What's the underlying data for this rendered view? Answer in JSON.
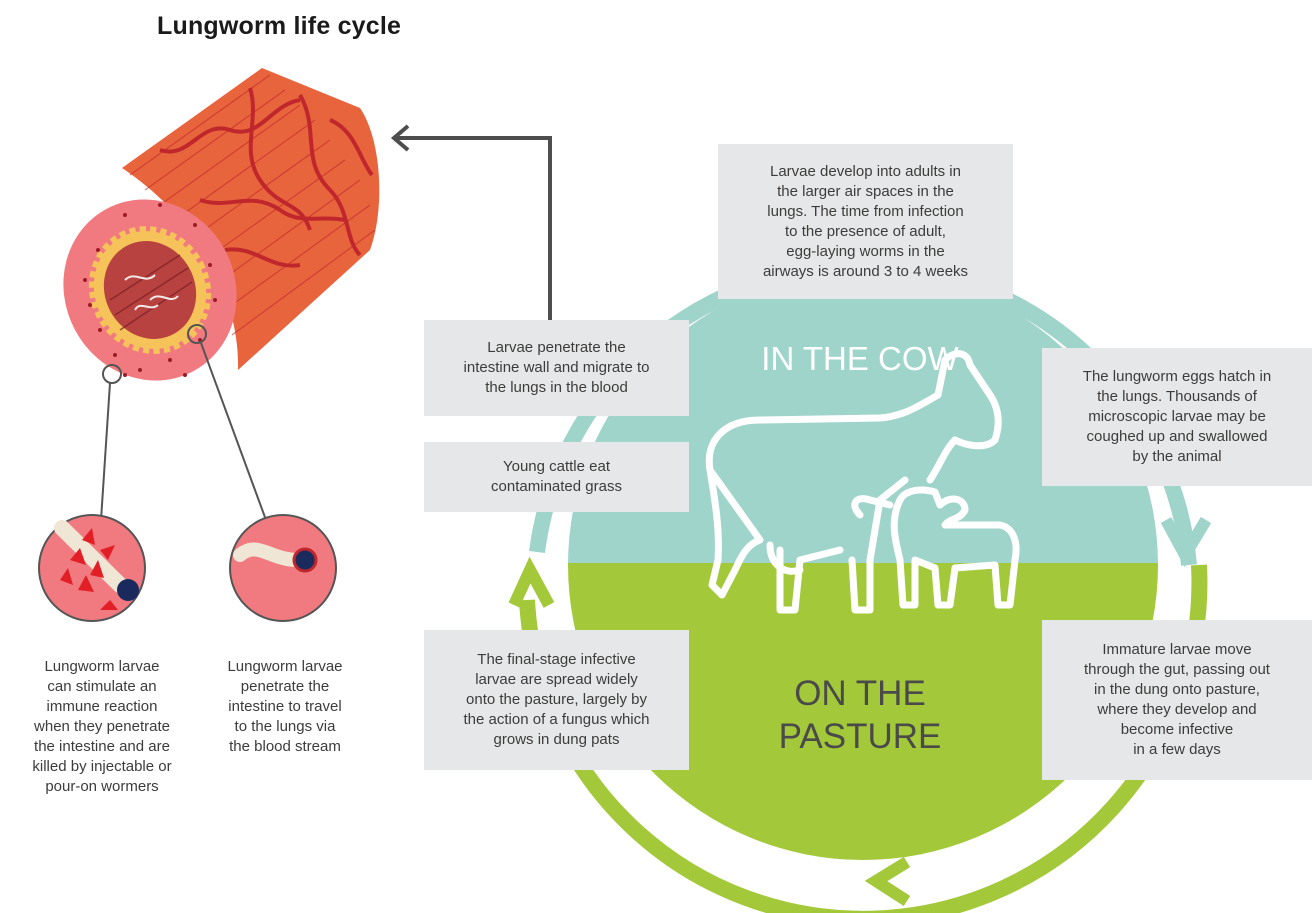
{
  "title": "Lungworm life cycle",
  "zones": {
    "cow": "IN THE COW",
    "pasture": "ON THE\nPASTURE"
  },
  "steps": {
    "develop_adults": "Larvae develop into adults in\nthe larger air spaces in the\nlungs. The time from infection\nto the presence of adult,\negg-laying worms in the\nairways is around 3 to 4 weeks",
    "eggs_hatch": "The lungworm eggs hatch in\nthe lungs. Thousands of\nmicroscopic larvae may be\ncoughed up and swallowed\nby the animal",
    "immature_larvae": "Immature larvae move\nthrough the gut, passing out\nin the dung onto pasture,\nwhere they develop and\nbecome infective\nin a few days",
    "final_stage": "The final-stage infective\nlarvae are spread widely\nonto the pasture, largely by\nthe action of a fungus which\ngrows in dung pats",
    "young_cattle": "Young cattle eat\ncontaminated grass",
    "penetrate": "Larvae penetrate the\nintestine wall and migrate to\nthe lungs in the blood"
  },
  "captions": {
    "immune": "Lungworm larvae\ncan stimulate an\nimmune reaction\nwhen they penetrate\nthe intestine and are\nkilled by injectable or\npour-on wormers",
    "travel": "Lungworm larvae\npenetrate the\nintestine to travel\nto the lungs via\nthe blood stream"
  },
  "colors": {
    "teal": "#9fd4cb",
    "green": "#a3c93a",
    "box": "#e6e7e8",
    "intestine_orange": "#e8643c",
    "intestine_red": "#c0272d",
    "cut_pink": "#f07a7f",
    "villi_yellow": "#f6c35a",
    "larva_navy": "#1b2a5c"
  },
  "icons": {
    "animals": "cow-and-calf-outline-icon",
    "intestine": "intestine-cross-section-illustration"
  }
}
